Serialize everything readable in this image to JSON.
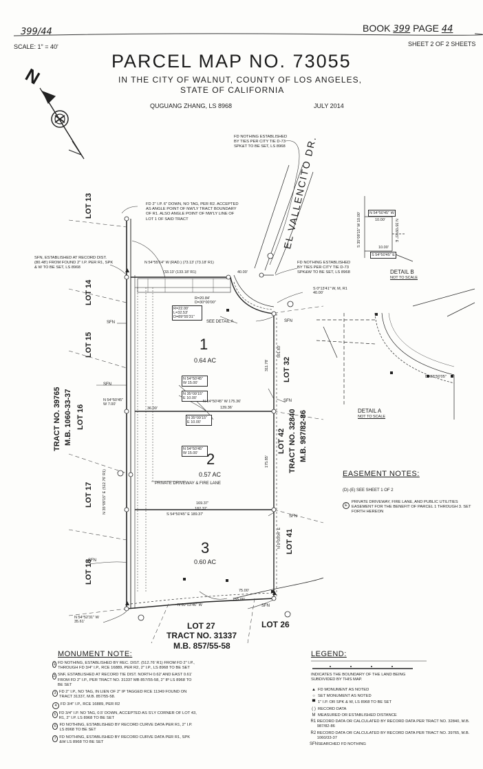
{
  "header": {
    "ref_hand": "399/44",
    "book_label": "BOOK",
    "book_no": "399",
    "page_label": "PAGE",
    "page_no": "44",
    "scale": "SCALE: 1\" = 40'",
    "sheet": "SHEET 2 OF 2 SHEETS",
    "title": "PARCEL MAP NO. 73055",
    "subtitle_line1": "IN THE CITY OF WALNUT, COUNTY OF LOS ANGELES,",
    "subtitle_line2": "STATE OF CALIFORNIA",
    "surveyor": "QUGUANG ZHANG, LS 8968",
    "date": "JULY 2014"
  },
  "north_arrow": {
    "label": "N"
  },
  "street": {
    "name": "EL VALLENCITO DR."
  },
  "parcels": [
    {
      "no": "1",
      "area": "0.64 AC"
    },
    {
      "no": "2",
      "area": "0.57 AC"
    },
    {
      "no": "3",
      "area": "0.60 AC"
    }
  ],
  "lots": {
    "lot13": "LOT 13",
    "lot14": "LOT 14",
    "lot15": "LOT 15",
    "lot16": "LOT 16",
    "lot17": "LOT 17",
    "lot18": "LOT 18",
    "lot27": "LOT 27",
    "lot26": "LOT 26",
    "lot32": "LOT 32",
    "lot42": "LOT 42",
    "lot41": "LOT 41"
  },
  "tracts": {
    "west_no": "TRACT NO. 39765",
    "west_mb": "M.B. 1060-33-37",
    "east_no": "TRACT NO. 32840",
    "east_mb": "M.B. 987/82-86",
    "south_no": "TRACT NO. 31337",
    "south_mb": "M.B. 857/55-58"
  },
  "callouts": {
    "fd_nothing_top": "FD NOTHING ESTABLISHED BY TIES PER CITY TIE D-73 SPK&T TO BE SET, LS 8968",
    "fd_2ip": "FD 2\" I.P. 6\" DOWN, NO TAG, PER R2. ACCEPTED AS ANGLE POINT OF NW'LY TRACT BOUNDARY OF R1. ALSO ANGLE POINT OF NW'LY LINE OF LOT 1 OF SAID TRACT",
    "sfn_established": "SFN, ESTABLISHED AT RECORD DIST. (80.48') FROM FOUND 2\" I.P. PER R1, SPK & W TO BE SET, LS 8968",
    "fd_nothing_mid": "FD NOTHING ESTABLISHED BY TIES PER CITY TIE D-73 SPK&W TO BE SET, LS 8968",
    "see_detail_a": "SEE DETAIL A",
    "private_driveway": "PRIVATE DRIVEWAY & FIRE LANE"
  },
  "bearings": {
    "b_top": "N 54°55'14\" W (RAD.) (73.13' (73.18' R1)",
    "b_top2": "(33.13' (133.18' R1)",
    "b_e_top": "S 0°13'41\" W, M, R1 40.00'",
    "b_p1": "N 54°50'45\" W 15.00'",
    "b_p1b": "N 35°09'15\" E 10.00'",
    "b_p1c": "N 54°50'45\" W   175.36'",
    "b_p1c2": "139.36'",
    "b_p2": "N 35°09'15\" E 10.00'",
    "b_p2b": "N 54°50'45\" W 15.00'",
    "b_p23": "169.37'",
    "b_p23b": "182.37'",
    "b_p23c": "S 54°50'45\" E   189.37'",
    "b_w": "N 54°50'45\" W 7.00'",
    "b_w2": "36.00'",
    "b_south": "N 60°03'46\" W",
    "b_south2": "155.00'",
    "b_south3": "75.00'",
    "b_sw": "N 54°52'31\" W 35.61'",
    "curve1": "R=22.00' L=32.53' D=89°55'31\"",
    "curve2": "R=20.84' D=30°00'00\"",
    "dist40": "40.00'",
    "west_long": "N 35°09'15\" E (512.76' R1)",
    "east_long": "591.83'",
    "east_long2": "311.78'",
    "d_e2": "175.85'",
    "d_e3": "N 0°03'04\" E"
  },
  "detail_b": {
    "label": "DETAIL B",
    "scale": "NOT TO SCALE",
    "b1": "N 54°50'45\" W",
    "b1d": "10.00'",
    "b2": "S 35°09'15\" W 10.00'",
    "b3": "N 35°09'15\" E",
    "b4": "10.00'",
    "b5": "S 54°50'45\" E"
  },
  "detail_a": {
    "label": "DETAIL A",
    "scale": "NOT TO SCALE",
    "delta": "D=83°50'05\""
  },
  "easement_notes": {
    "heading": "EASEMENT NOTES:",
    "n1_ref": "(D)-(E)",
    "n1": "SEE SHEET 1 OF 2",
    "n2_ref": "E",
    "n2": "PRIVATE DRIVEWAY, FIRE LANE, AND PUBLIC UTILITIES EASEMENT FOR THE BENEFIT OF PARCEL 1 THROUGH 3. SET FORTH HEREON"
  },
  "monument_notes": {
    "heading": "MONUMENT NOTE:",
    "items": [
      {
        "no": "1",
        "text": "FD NOTHING, ESTABLISHED BY REC. DIST. (512.76' R1) FROM FD 2\" I.P., THROUGH FD 3/4\" I.P., RCE 16889, PER R2, 2\" I.P., LS 8968 TO BE SET"
      },
      {
        "no": "2",
        "text": "SNF, ESTABLISHED AT RECORD TIE DIST. NORTH 0.62' AND EAST 0.61' FROM FD 2\" I.P., PER TRACT NO. 31337 MB 857/55-58, 2\" IP LS 8968 TO BE SET"
      },
      {
        "no": "3",
        "text": "FD 2\" I.P., NO TAG, IN LIEN OF 2\" IP TAGGED RCE 11349 FOUND ON TRACT 31337, M.B. 857/55-58."
      },
      {
        "no": "4",
        "text": "FD 3/4\" I.P., RCE 16889, PER R2"
      },
      {
        "no": "5",
        "text": "FD 3/4\" I.P. NO TAG, 0.5' DOWN, ACCEPTED AS S'LY CORNER OF LOT 43, R1, 2\" I.P. LS 8968 TO BE SET"
      },
      {
        "no": "6",
        "text": "FD NOTHING, ESTABLISHED BY RECORD CURVE DATA PER R1, 2\" I.P. LS 8968 TO BE SET"
      },
      {
        "no": "7",
        "text": "FD NOTHING, ESTABLISHED BY RECORD CURVE DATA PER R1, SPK &W LS 8968 TO BE SET"
      }
    ]
  },
  "legend": {
    "heading": "LEGEND:",
    "boundary": "INDICATES THE BOUNDARY OF THE LAND BEING SUBDIVIDED BY THIS MAP.",
    "items": [
      {
        "sym": "▲",
        "text": "FD MONUMENT AS NOTED"
      },
      {
        "sym": "○",
        "text": "SET MONUMENT AS NOTED"
      },
      {
        "sym": "▀",
        "text": "1\" I.P. OR SPK & W, LS 8968 TO BE SET"
      },
      {
        "sym": "( )",
        "text": "RECORD DATA"
      },
      {
        "sym": "M",
        "text": "MEASURED OR ESTABLISHED DISTANCE"
      },
      {
        "sym": "R1",
        "text": "RECORD DATA OR CALCULATED BY RECORD DATA PER TRACT NO. 32840, M.B. 987/82-86"
      },
      {
        "sym": "R2",
        "text": "RECORD DATA OR CALCULATED BY RECORD DATA PER TRACT NO. 39765, M.B. 1060/33-37"
      },
      {
        "sym": "SFN",
        "text": "SEARCHED FD NOTHING"
      }
    ]
  },
  "sfn": "SFN"
}
